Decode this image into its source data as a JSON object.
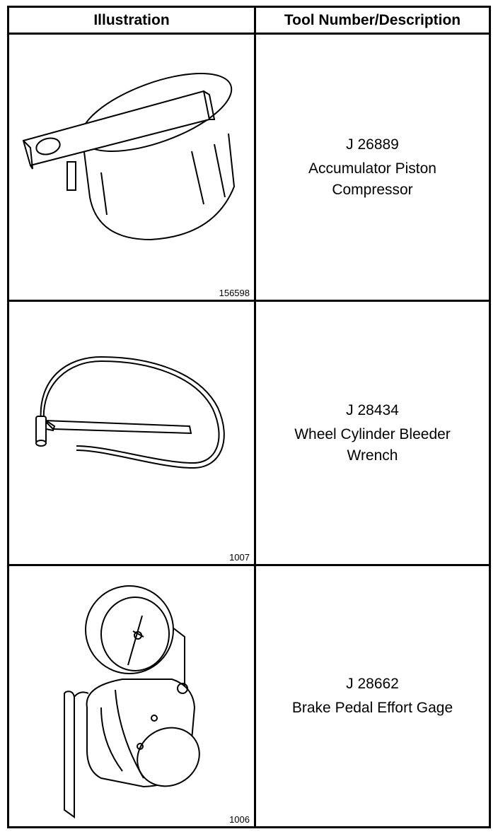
{
  "header": {
    "col1": "Illustration",
    "col2": "Tool Number/Description"
  },
  "rows": [
    {
      "figure_number": "156598",
      "tool_number": "J 26889",
      "description_line1": "Accumulator Piston",
      "description_line2": "Compressor",
      "icon": "accumulator-piston-compressor-illustration"
    },
    {
      "figure_number": "1007",
      "tool_number": "J 28434",
      "description_line1": "Wheel Cylinder Bleeder",
      "description_line2": "Wrench",
      "icon": "bleeder-wrench-illustration"
    },
    {
      "figure_number": "1006",
      "tool_number": "J 28662",
      "description_line1": "Brake Pedal Effort Gage",
      "description_line2": "",
      "icon": "brake-pedal-gage-illustration"
    }
  ]
}
